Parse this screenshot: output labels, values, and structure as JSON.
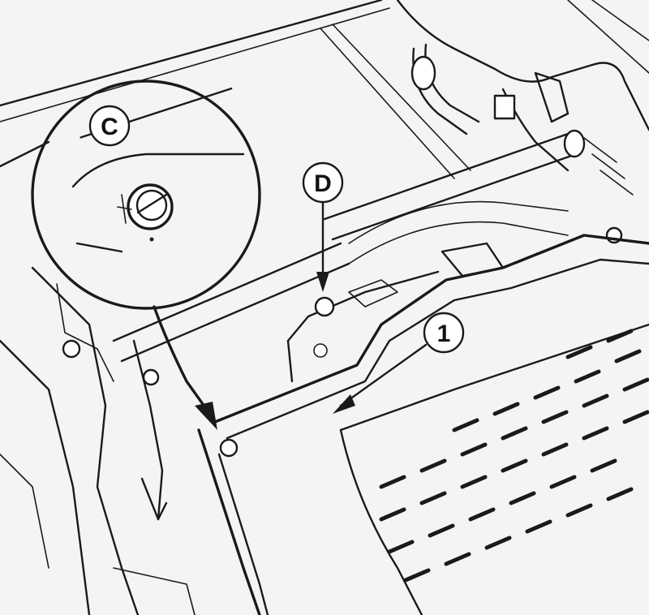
{
  "callouts": {
    "c": "C",
    "d": "D",
    "one": "1"
  },
  "colors": {
    "ink": "#1a1a1a",
    "paper": "#f4f4f2"
  }
}
